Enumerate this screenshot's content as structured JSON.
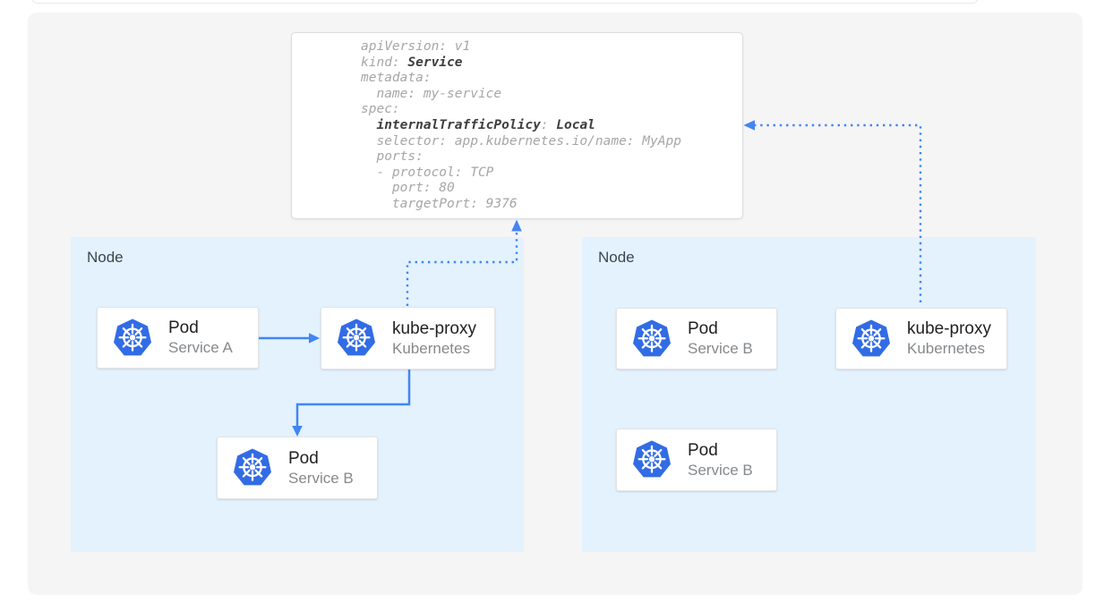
{
  "colors": {
    "arrow": "#4285f4",
    "kubernetes_blue": "#326ce5",
    "node_bg": "#e3f2fd",
    "panel_bg": "#f5f5f5",
    "card_bg": "#ffffff",
    "yaml_text": "#a6a6a6",
    "yaml_bold": "#3f3f3f",
    "node_label": "#37474f",
    "card_title": "#212121",
    "card_subtitle": "#85898c"
  },
  "yaml_card": {
    "lines": [
      {
        "segments": [
          {
            "text": "apiVersion: v1"
          }
        ]
      },
      {
        "segments": [
          {
            "text": "kind: "
          },
          {
            "text": "Service",
            "bold": true
          }
        ]
      },
      {
        "segments": [
          {
            "text": "metadata:"
          }
        ]
      },
      {
        "segments": [
          {
            "text": "  name: my-service"
          }
        ]
      },
      {
        "segments": [
          {
            "text": "spec:"
          }
        ]
      },
      {
        "segments": [
          {
            "text": "  "
          },
          {
            "text": "internalTrafficPolicy",
            "bold": true
          },
          {
            "text": ": "
          },
          {
            "text": "Local",
            "bold": true
          }
        ]
      },
      {
        "segments": [
          {
            "text": "  selector: app.kubernetes.io/name: MyApp"
          }
        ]
      },
      {
        "segments": [
          {
            "text": "  ports:"
          }
        ]
      },
      {
        "segments": [
          {
            "text": "  - protocol: TCP"
          }
        ]
      },
      {
        "segments": [
          {
            "text": "    port: 80"
          }
        ]
      },
      {
        "segments": [
          {
            "text": "    targetPort: 9376"
          }
        ]
      }
    ]
  },
  "nodes": [
    {
      "label": "Node",
      "cards": [
        {
          "title": "Pod",
          "subtitle": "Service A",
          "icon": "kubernetes-icon"
        },
        {
          "title": "kube-proxy",
          "subtitle": "Kubernetes",
          "icon": "kubernetes-icon"
        },
        {
          "title": "Pod",
          "subtitle": "Service B",
          "icon": "kubernetes-icon"
        }
      ]
    },
    {
      "label": "Node",
      "cards": [
        {
          "title": "Pod",
          "subtitle": "Service B",
          "icon": "kubernetes-icon"
        },
        {
          "title": "kube-proxy",
          "subtitle": "Kubernetes",
          "icon": "kubernetes-icon"
        },
        {
          "title": "Pod",
          "subtitle": "Service B",
          "icon": "kubernetes-icon"
        }
      ]
    }
  ]
}
